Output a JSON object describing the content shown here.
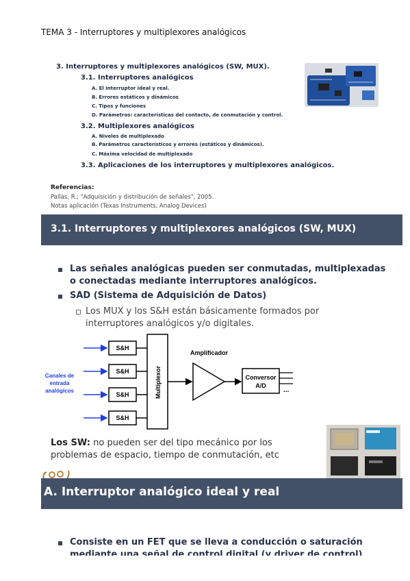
{
  "header": {
    "title": "TEMA 3 - Interruptores y multiplexores analógicos"
  },
  "toc": {
    "title": "3. Interruptores y multiplexores analógicos (SW, MUX).",
    "sections": [
      {
        "label": "3.1. Interruptores analógicos",
        "items": [
          "A. El interruptor ideal y real.",
          "B. Errores estáticos y dinámicos",
          "C. Tipos y funciones",
          "D. Parámetros: características del contacto, de conmutación y control."
        ]
      },
      {
        "label": "3.2. Multiplexores analógicos",
        "items": [
          "A. Niveles de multiplexado",
          "B. Parámetros característicos y errores (estáticos y dinámicos).",
          "C. Máxima velocidad de multiplexado"
        ]
      },
      {
        "label": "3.3. Aplicaciones de los interruptores y multiplexores analógicos.",
        "items": []
      }
    ]
  },
  "references": {
    "label": "Referencias:",
    "lines": [
      "Pallàs, R.; \"Adquisición y distribución de señales\", 2005.",
      "Notas aplicación (Texas Instruments, Analog Devices)"
    ]
  },
  "slide1": {
    "banner": "3.1. Interruptores y multiplexores analógicos (SW, MUX)",
    "bullet1_line1": "Las señales analógicas pueden ser conmutadas, multiplexadas",
    "bullet1_line2": "o conectadas mediante interruptores analógicos.",
    "bullet2": "SAD (Sistema de Adquisición de Datos)",
    "sub_line1": "Los MUX y los S&H están básicamente formados por",
    "sub_line2": "interruptores analógicos y/o digitales.",
    "diagram": {
      "inputs_label": [
        "Canales de",
        "entrada",
        "analógicos"
      ],
      "sh_label": "S&H",
      "mux_label": "Multiplexor",
      "amp_label": "Amplificador",
      "adc_label": [
        "Conversor",
        "A/D"
      ],
      "dots": "..."
    },
    "sw_bold": "Los SW:",
    "sw_line1": " no pueden ser del tipo mecánico por los",
    "sw_line2": "problemas de espacio, tiempo de conmutación, etc"
  },
  "slide2": {
    "banner": "A. Interruptor analógico ideal y real",
    "bullet_line1": "Consiste en un FET que se lleva a conducción o saturación",
    "bullet_line2": "mediante una señal de control digital (y driver de control)"
  },
  "colors": {
    "banner": "#435168",
    "arrow": "#1f3fe0",
    "inputs_label": "#1f3fe0"
  }
}
